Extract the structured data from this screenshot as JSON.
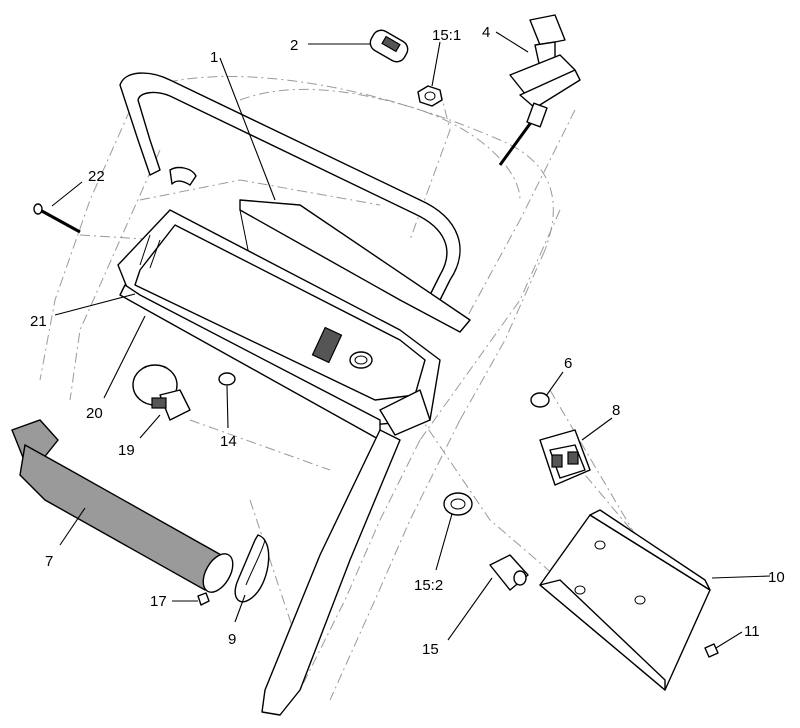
{
  "callouts": [
    {
      "id": "c1",
      "text": "1"
    },
    {
      "id": "c2",
      "text": "2"
    },
    {
      "id": "c15_1",
      "text": "15:1"
    },
    {
      "id": "c4",
      "text": "4"
    },
    {
      "id": "c22",
      "text": "22"
    },
    {
      "id": "c21",
      "text": "21"
    },
    {
      "id": "c20",
      "text": "20"
    },
    {
      "id": "c19",
      "text": "19"
    },
    {
      "id": "c14",
      "text": "14"
    },
    {
      "id": "c6",
      "text": "6"
    },
    {
      "id": "c8",
      "text": "8"
    },
    {
      "id": "c7",
      "text": "7"
    },
    {
      "id": "c15_2",
      "text": "15:2"
    },
    {
      "id": "c10",
      "text": "10"
    },
    {
      "id": "c17",
      "text": "17"
    },
    {
      "id": "c9",
      "text": "9"
    },
    {
      "id": "c15",
      "text": "15"
    },
    {
      "id": "c11",
      "text": "11"
    }
  ],
  "colors": {
    "ink": "#000000",
    "ghost_line": "#9a9a9a",
    "background": "#ffffff"
  }
}
